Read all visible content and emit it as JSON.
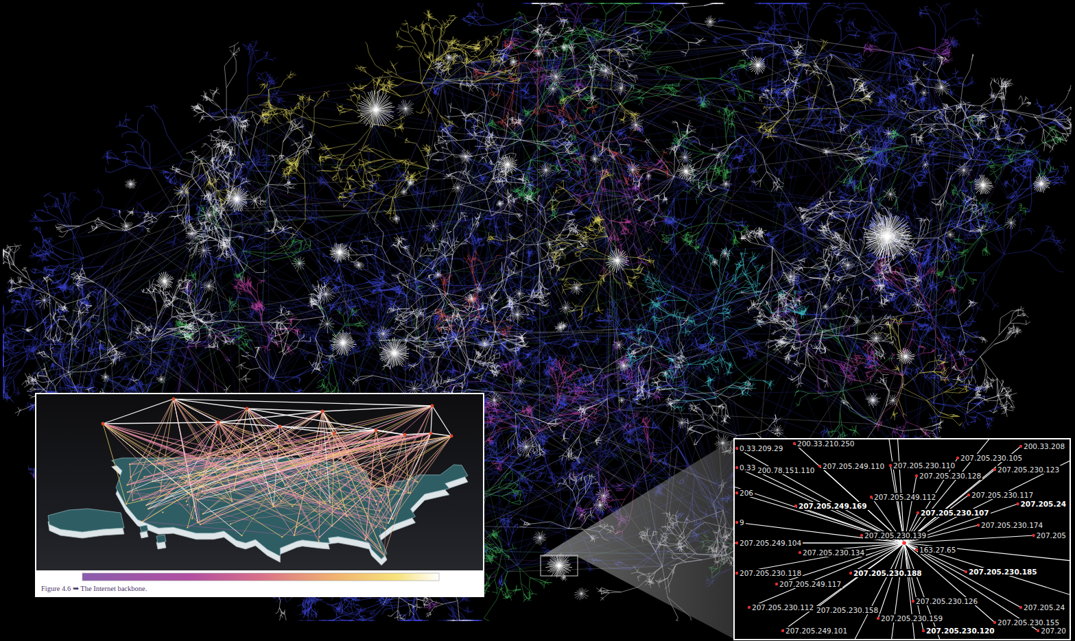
{
  "diagram": {
    "caption": "Figure 4.6 ➥ The Internet backbone.",
    "labels": [
      "200.33.210.250",
      "0.33.209.29",
      "200.33.208",
      "0.33",
      "200.78.151.110",
      "207.205.249.110",
      "207.205.230.110",
      "207.205.230.105",
      "207.205.230.128",
      "207.205.230.123",
      "206",
      "207.205.249.112",
      "207.205.230.117",
      "207.205.249.169",
      "207.205.230.107",
      "207.205.24",
      "9",
      "207.205.230.174",
      "207.205",
      "207.205.230.139",
      "163.27.65",
      "207.205.249.104",
      "207.205.230.134",
      "207.205.230.118",
      "207.205.230.188",
      "207.205.230.185",
      "207.205.249.117",
      "207.205.230.126",
      "207.205.230.112",
      "207.205.230.158",
      "207.205.230.159",
      "207.205.24",
      "207.205.249.101",
      "207.205.230.120",
      "207.205.230.155",
      "207.20"
    ]
  }
}
